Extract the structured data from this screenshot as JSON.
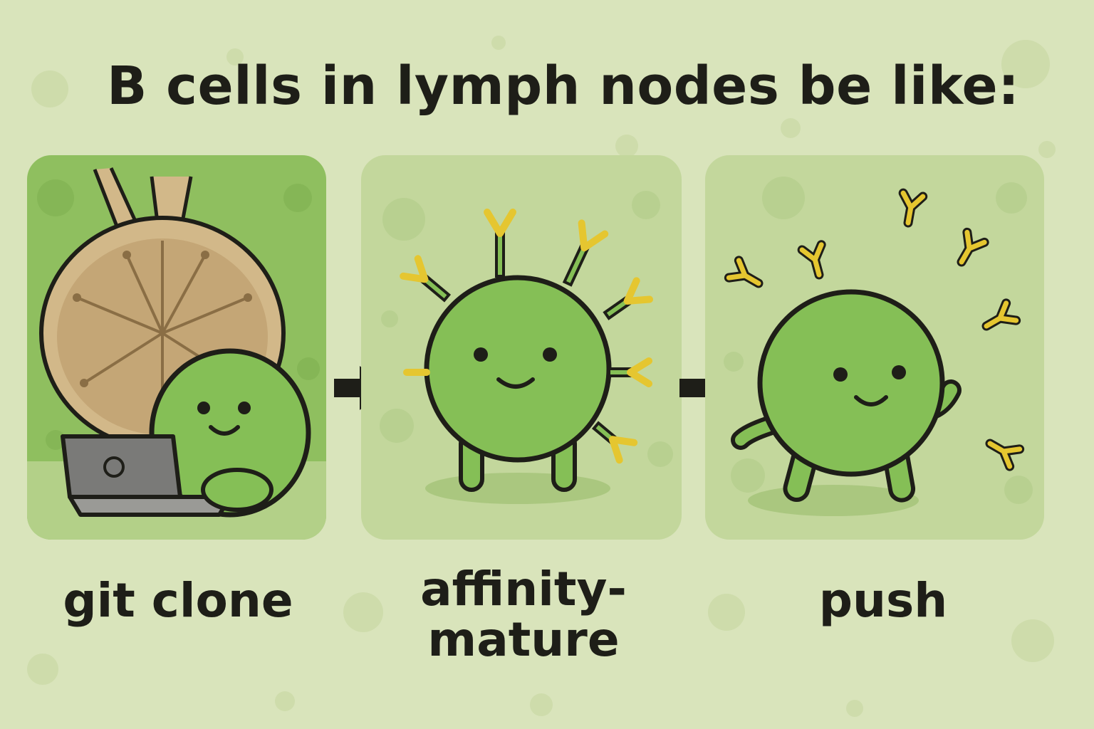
{
  "title": "B cells in lymph nodes be like:",
  "steps": [
    {
      "caption": "git clone",
      "scene": "b-cell-on-laptop-by-lymph-node"
    },
    {
      "caption_line1": "affinity-",
      "caption_line2": "mature",
      "scene": "b-cell-with-surface-antibodies"
    },
    {
      "caption": "push",
      "scene": "b-cell-releasing-antibodies"
    }
  ],
  "colors": {
    "background": "#d9e4bb",
    "cell_green": "#85bf56",
    "antibody_yellow": "#e5c630",
    "outline": "#1e1e18",
    "lymph_node_tan": "#c9ad80"
  }
}
